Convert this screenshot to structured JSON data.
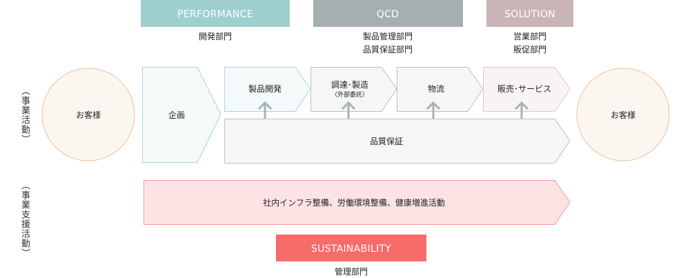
{
  "headers": {
    "performance": {
      "label": "PERFORMANCE",
      "departments": [
        "開発部門"
      ],
      "color": "#9fcfcf"
    },
    "qcd": {
      "label": "QCD",
      "departments": [
        "製品管理部門",
        "品質保証部門"
      ],
      "color": "#a5afaf"
    },
    "solution": {
      "label": "SOLUTION",
      "departments": [
        "営業部門",
        "販促部門"
      ],
      "color": "#c9b5b5"
    },
    "sustainability": {
      "label": "SUSTAINABILITY",
      "departments": [
        "管理部門"
      ],
      "color": "#f76b6b"
    }
  },
  "side_labels": {
    "business": "（事業活動）",
    "support": "（事業支援活動）"
  },
  "customer_left": "お客様",
  "customer_right": "お客様",
  "flow": {
    "planning": "企画",
    "product_development": "製品開発",
    "procurement": "調達･製造",
    "procurement_note": "（外部委託）",
    "logistics": "物流",
    "sales": "販売･サービス",
    "quality_assurance": "品質保証",
    "support_activities": "社内インフラ整備、労働環境整備、健康増進活動"
  }
}
